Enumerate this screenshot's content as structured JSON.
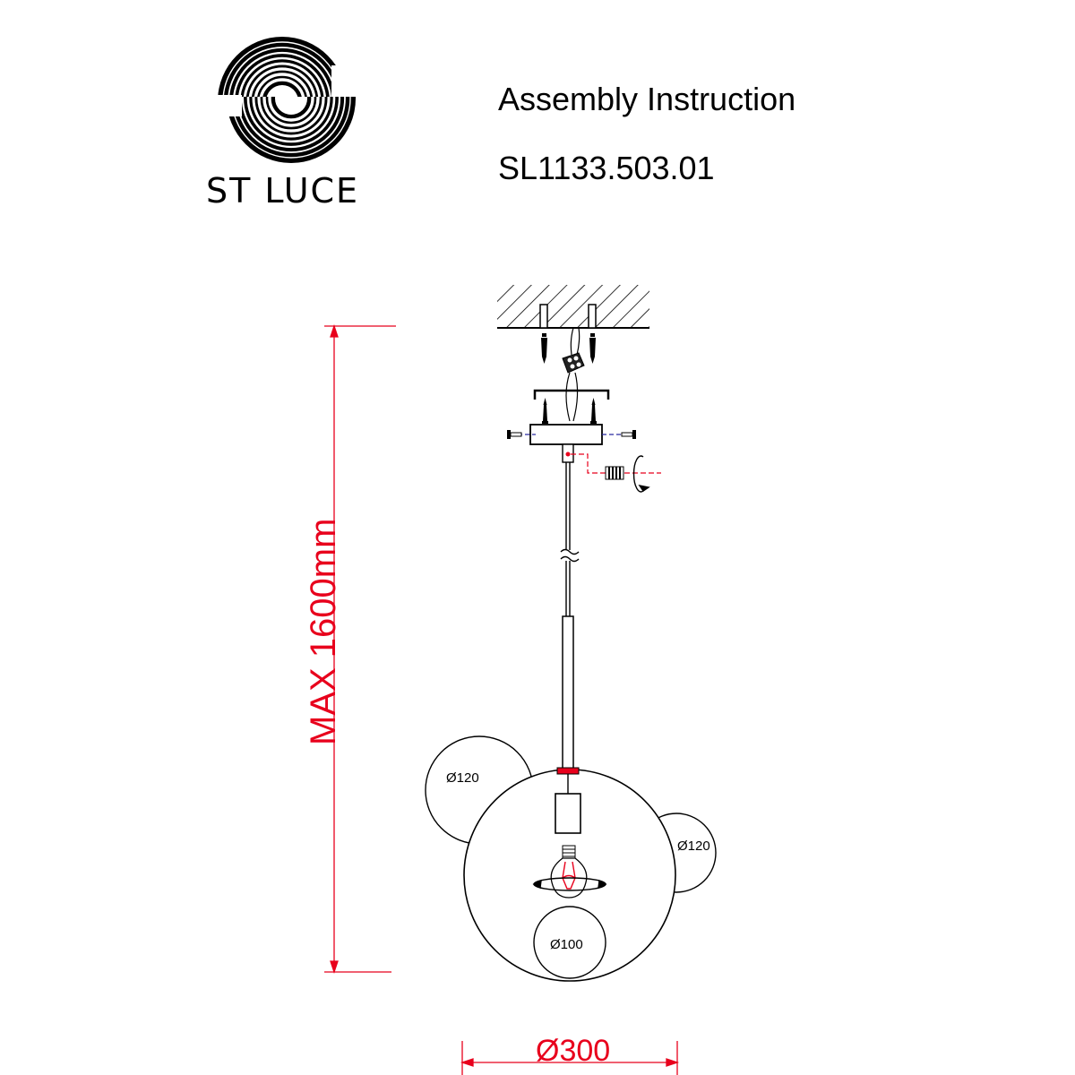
{
  "brand": {
    "name": "ST LUCE"
  },
  "document": {
    "title": "Assembly Instruction",
    "model": "SL1133.503.01"
  },
  "dimensions": {
    "height_label": "MAX 1600mm",
    "width_label": "Ø300",
    "bubble_left_label": "Ø120",
    "bubble_right_label": "Ø120",
    "bubble_bottom_label": "Ø100"
  },
  "colors": {
    "line": "#000000",
    "dimension": "#e8001c",
    "axis": "#2a2aa0"
  },
  "icons": [
    "st-luce-logo",
    "ceiling-hatch",
    "screw-icon",
    "terminal-block-icon",
    "bulb-icon",
    "rotate-arrow-icon"
  ]
}
